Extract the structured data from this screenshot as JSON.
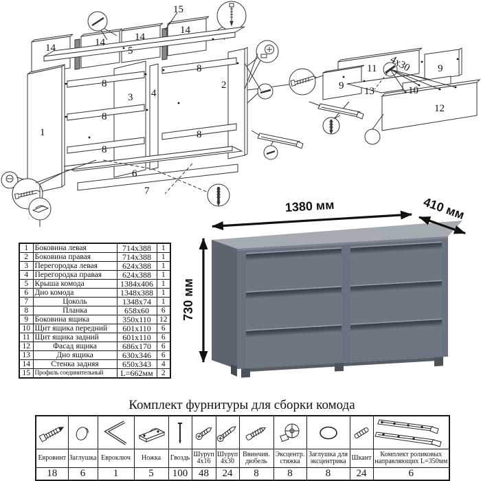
{
  "exploded": {
    "labels": {
      "l14a": "14",
      "l14b": "14",
      "l14c": "14",
      "l14d": "14",
      "l15": "15",
      "l5": "5",
      "l1": "1",
      "l3": "3",
      "l4": "4",
      "l2": "2",
      "l8a": "8",
      "l8b": "8",
      "l8c": "8",
      "l8d": "8",
      "l8e": "8",
      "l6": "6",
      "l7": "7",
      "l11": "11",
      "l9a": "9",
      "l9b": "9",
      "l13": "13",
      "l10": "10",
      "l12": "12",
      "l4x30": "4x30"
    }
  },
  "dimensions": {
    "width": "1380 мм",
    "depth": "410 мм",
    "height": "730 мм"
  },
  "parts_table": {
    "rows": [
      {
        "num": "1",
        "name": "Боковина левая",
        "size": "714x388",
        "qty": "1"
      },
      {
        "num": "2",
        "name": "Боковина правая",
        "size": "714x388",
        "qty": "1"
      },
      {
        "num": "3",
        "name": "Перегородка левая",
        "size": "624x388",
        "qty": "1"
      },
      {
        "num": "4",
        "name": "Перегородка правая",
        "size": "624x388",
        "qty": "1"
      },
      {
        "num": "5",
        "name": "Крыша комода",
        "size": "1384x406",
        "qty": "1"
      },
      {
        "num": "6",
        "name": "Дно комода",
        "size": "1348x388",
        "qty": "1"
      },
      {
        "num": "7",
        "name": "Цоколь",
        "size": "1348x74",
        "qty": "1"
      },
      {
        "num": "8",
        "name": "Планка",
        "size": "658x60",
        "qty": "6"
      },
      {
        "num": "9",
        "name": "Боковина ящика",
        "size": "350x110",
        "qty": "12"
      },
      {
        "num": "10",
        "name": "Щит ящика передний",
        "size": "601x110",
        "qty": "6"
      },
      {
        "num": "11",
        "name": "Щит ящика задний",
        "size": "601x110",
        "qty": "6"
      },
      {
        "num": "12",
        "name": "Фасад ящика",
        "size": "686x170",
        "qty": "6"
      },
      {
        "num": "13",
        "name": "Дно ящика",
        "size": "630x346",
        "qty": "6"
      },
      {
        "num": "14",
        "name": "Стенка задняя",
        "size": "650x343",
        "qty": "4"
      },
      {
        "num": "15",
        "name": "Профиль соединительный",
        "size": "L=662мм",
        "qty": "2"
      }
    ]
  },
  "hardware": {
    "title": "Комплект фурнитуры для сборки комода",
    "items": [
      {
        "name": "Евровинт",
        "qty": "18",
        "icon": "euro-screw-icon"
      },
      {
        "name": "Заглушка",
        "qty": "6",
        "icon": "cap-icon"
      },
      {
        "name": "Евроключ",
        "qty": "1",
        "icon": "hex-key-icon"
      },
      {
        "name": "Ножка",
        "qty": "5",
        "icon": "foot-icon"
      },
      {
        "name": "Гвоздь",
        "qty": "100",
        "icon": "nail-icon"
      },
      {
        "name": "Шуруп 4x16",
        "qty": "48",
        "icon": "screw-small-icon"
      },
      {
        "name": "Шуруп 4x30",
        "qty": "24",
        "icon": "screw-long-icon"
      },
      {
        "name": "Ввинчив. дюбель",
        "qty": "8",
        "icon": "screw-dowel-icon"
      },
      {
        "name": "Эксцентр. стяжка",
        "qty": "8",
        "icon": "cam-lock-icon"
      },
      {
        "name": "Заглушка для эксцентрика",
        "qty": "8",
        "icon": "cam-cap-icon"
      },
      {
        "name": "Шкант",
        "qty": "24",
        "icon": "wood-dowel-icon"
      },
      {
        "name": "Комплект роликовых направляющих L=350мм",
        "qty": "6",
        "icon": "roller-guides-icon"
      }
    ]
  }
}
